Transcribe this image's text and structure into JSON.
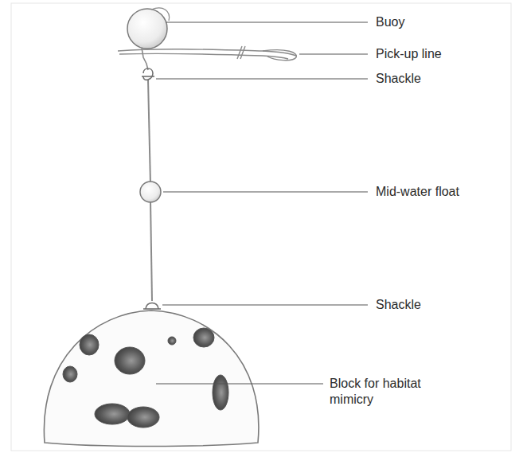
{
  "diagram": {
    "labels": [
      "Buoy",
      "Pick-up line",
      "Shackle",
      "Mid-water float",
      "Shackle",
      "Block for habitat mimicry"
    ]
  }
}
